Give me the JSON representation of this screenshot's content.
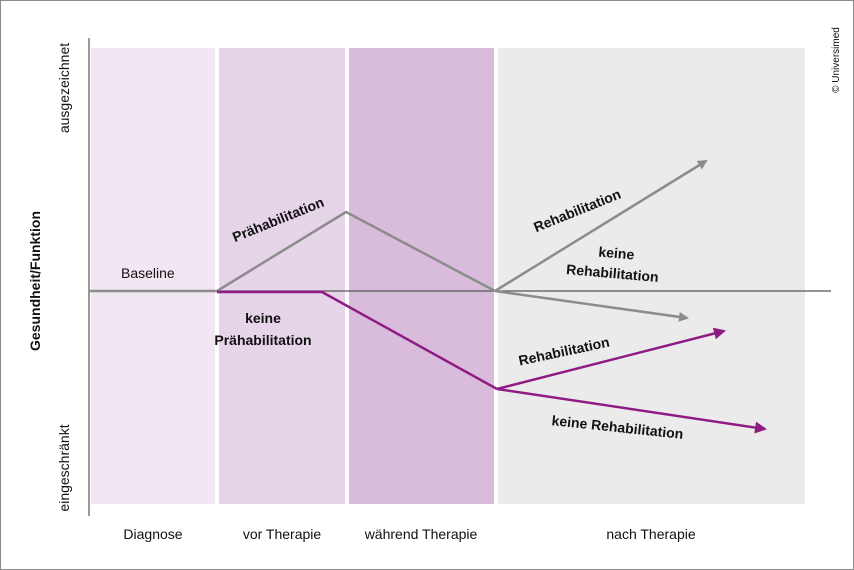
{
  "y_axis": {
    "title": "Gesundheit/Funktion",
    "top_label": "ausgezeichnet",
    "bottom_label": "eingeschränkt"
  },
  "phases": [
    "Diagnose",
    "vor Therapie",
    "während Therapie",
    "nach Therapie"
  ],
  "copyright": "© Universimed",
  "labels": {
    "baseline": "Baseline",
    "prehab": "Prähabilitation",
    "no_prehab_1": "keine",
    "no_prehab_2": "Prähabilitation",
    "rehab_grey": "Rehabilitation",
    "no_rehab_grey_1": "keine",
    "no_rehab_grey_2": "Rehabilitation",
    "rehab_purple": "Rehabilitation",
    "no_rehab_purple": "keine Rehabilitation"
  },
  "colors": {
    "phase_diagnose": "#f2e6f3",
    "phase_vor": "#e6d4e9",
    "phase_waehrend": "#d9bcdc",
    "phase_nach": "#ebebeb",
    "grey_line": "#8c8c8c",
    "purple_line": "#8e1c84",
    "axis": "#555555"
  }
}
